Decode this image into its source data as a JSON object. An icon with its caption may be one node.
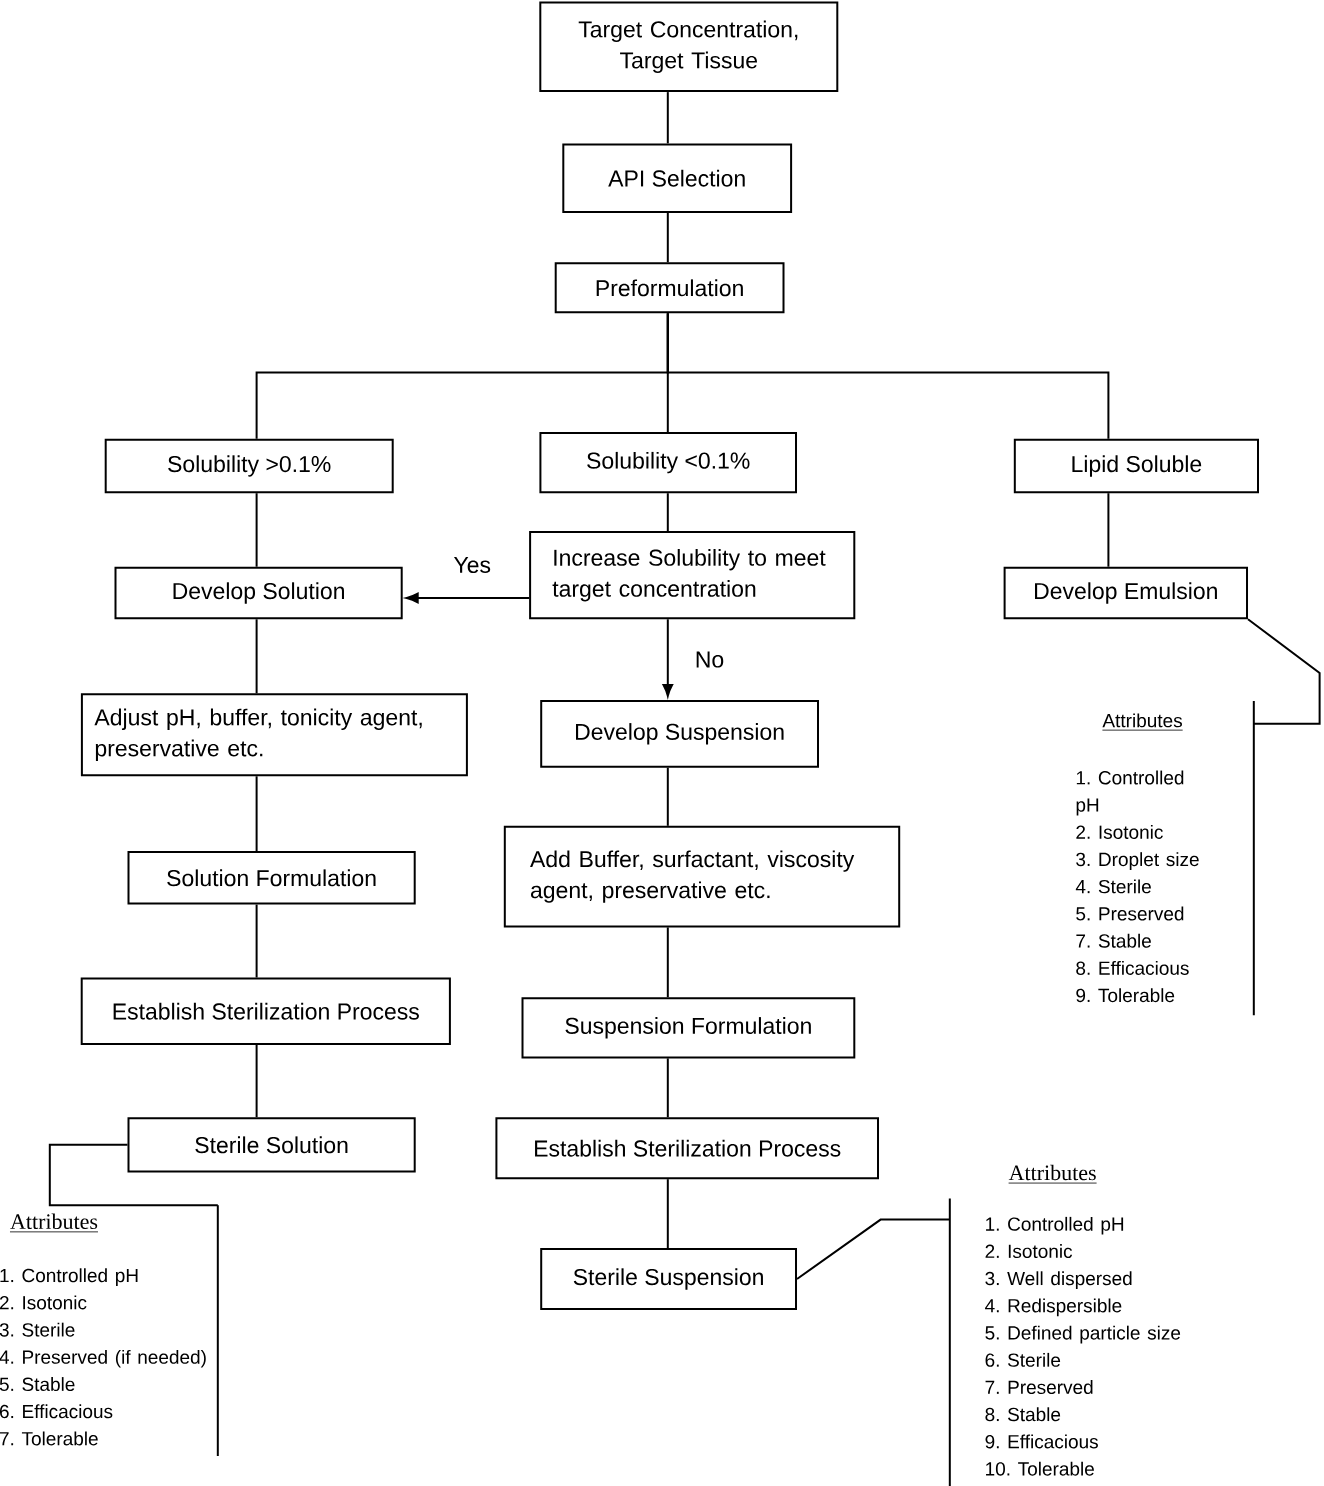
{
  "diagram": {
    "nodes": [
      {
        "text": [
          "Target Concentration, Target Tissue"
        ]
      },
      {
        "text": [
          "API Selection"
        ]
      },
      {
        "text": [
          "Preformulation"
        ]
      },
      {
        "text": [
          "Solubility >0.1%"
        ]
      },
      {
        "text": [
          "Solubility <0.1%"
        ]
      },
      {
        "text": [
          "Lipid Soluble"
        ]
      },
      {
        "text": [
          "Develop Solution"
        ]
      },
      {
        "text": [
          "Increase Solubility to meet target concentration"
        ]
      },
      {
        "text": [
          "Develop Emulsion"
        ]
      },
      {
        "text": [
          "Adjust pH, buffer, tonicity agent, preservative etc."
        ]
      },
      {
        "text": [
          "Develop Suspension"
        ]
      },
      {
        "text": [
          "Attributes",
          "1. Controlled pH",
          "2. Isotonic",
          "3. Droplet size",
          "4. Sterile",
          "5. Preserved",
          "7. Stable",
          "8. Efficacious",
          "9. Tolerable"
        ]
      },
      {
        "text": [
          "Add Buffer, surfactant, viscosity agent, preservative etc."
        ]
      },
      {
        "text": [
          "Solution Formulation"
        ]
      },
      {
        "text": [
          "Establish Sterilization Process"
        ]
      },
      {
        "text": [
          "Suspension Formulation"
        ]
      },
      {
        "text": [
          "Sterile Solution"
        ]
      },
      {
        "text": [
          "Establish Sterilization Process"
        ]
      },
      {
        "text": [
          "Attributes",
          "1. Controlled pH",
          "2. Isotonic",
          "3. Sterile",
          "4. Preserved (if needed)",
          "5. Stable",
          "6. Efficacious",
          "7. Tolerable"
        ]
      },
      {
        "text": [
          "Sterile Suspension"
        ]
      },
      {
        "text": [
          "Attributes",
          "1. Controlled pH",
          "2. Isotonic",
          "3. Well dispersed",
          "4. Redispersible",
          "5. Defined particle size",
          "6. Sterile",
          "7. Preserved",
          "8. Stable",
          "9. Efficacious",
          "10. Tolerable"
        ]
      }
    ],
    "edges": [
      {
        "from": 0,
        "to": 1,
        "arrow": "none"
      },
      {
        "from": 1,
        "to": 2,
        "arrow": "none"
      },
      {
        "from": 2,
        "to": 3,
        "arrow": "none"
      },
      {
        "from": 2,
        "to": 4,
        "arrow": "none"
      },
      {
        "from": 2,
        "to": 5,
        "arrow": "none"
      },
      {
        "from": 3,
        "to": 6,
        "arrow": "none"
      },
      {
        "from": 4,
        "to": 7,
        "arrow": "none"
      },
      {
        "from": 5,
        "to": 8,
        "arrow": "none"
      },
      {
        "from": 7,
        "to": 6,
        "arrow": "to",
        "label": "Yes"
      },
      {
        "from": 7,
        "to": 10,
        "arrow": "to",
        "label": "No"
      },
      {
        "from": 6,
        "to": 9,
        "arrow": "none"
      },
      {
        "from": 9,
        "to": 13,
        "arrow": "none"
      },
      {
        "from": 13,
        "to": 14,
        "arrow": "none"
      },
      {
        "from": 14,
        "to": 16,
        "arrow": "none"
      },
      {
        "from": 10,
        "to": 12,
        "arrow": "none"
      },
      {
        "from": 12,
        "to": 15,
        "arrow": "none"
      },
      {
        "from": 15,
        "to": 17,
        "arrow": "none"
      },
      {
        "from": 17,
        "to": 19,
        "arrow": "none"
      },
      {
        "from": 8,
        "to": 11,
        "arrow": "none"
      },
      {
        "from": 16,
        "to": 18,
        "arrow": "none"
      },
      {
        "from": 19,
        "to": 20,
        "arrow": "none"
      }
    ]
  }
}
